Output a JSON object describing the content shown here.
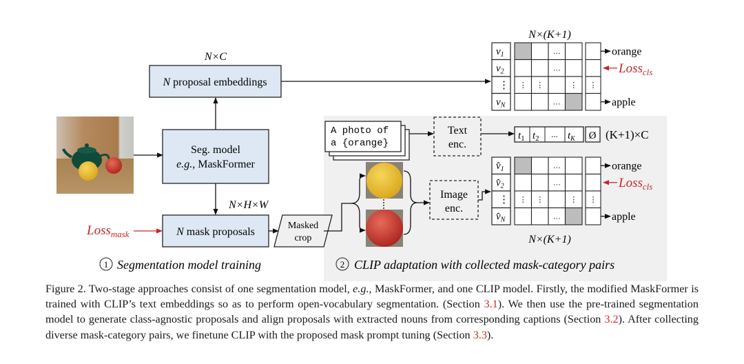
{
  "colors": {
    "box_fill": "#dde8f4",
    "panel_bg": "#f0f0f0",
    "loss_red": "#c3282b",
    "cell_shade": "#bdbdbd",
    "link_red": "#d42a2a"
  },
  "stage1": {
    "proposal_dim": "N×C",
    "proposal_box": {
      "italic": "N",
      "text": " proposal embeddings"
    },
    "seg_model": {
      "line1": "Seg. model",
      "line2_italic": "e.g.",
      "line2_rest": ", MaskFormer"
    },
    "mask_dim": "N×H×W",
    "mask_box": {
      "italic": "N",
      "text": " mask proposals"
    },
    "loss_mask": {
      "base": "Loss",
      "sub": "mask"
    },
    "masked_crop": {
      "line1": "Masked",
      "line2": "crop"
    },
    "title_num": "1",
    "title": "Segmentation model training",
    "input_image": "teapot-orange-apple-photo"
  },
  "stage2": {
    "prompt_text": {
      "line1": "A photo of",
      "line2": "a {orange}"
    },
    "text_enc": {
      "line1": "Text",
      "line2": "enc."
    },
    "image_enc": {
      "line1": "Image",
      "line2": "enc."
    },
    "text_tokens": [
      "t1",
      "t2",
      "...",
      "tK",
      "Ø"
    ],
    "text_dim": "(K+1)×C",
    "crops": [
      "orange-crop",
      "apple-crop"
    ],
    "title_num": "2",
    "title": "CLIP adaptation with collected mask-category pairs"
  },
  "matrix_top": {
    "dim": "N×(K+1)",
    "rows": [
      "v1",
      "v2",
      "⋮",
      "vN"
    ],
    "labels": [
      "orange",
      "apple"
    ],
    "loss": {
      "base": "Loss",
      "sub": "cls"
    }
  },
  "matrix_bottom": {
    "dim": "N×(K+1)",
    "rows": [
      "v̂1",
      "v̂2",
      "⋮",
      "v̂N"
    ],
    "labels": [
      "orange",
      "apple"
    ],
    "loss": {
      "base": "Loss",
      "sub": "cls"
    }
  },
  "caption": {
    "p1": "Figure 2.  Two-stage approaches consist of one segmentation model, ",
    "eg": "e.g.",
    "p2": ", MaskFormer, and one CLIP model.  Firstly, the modified MaskFormer is trained with CLIP’s text embeddings so as to perform open-vocabulary segmentation.  (Section ",
    "ref1": "3.1",
    "p3": ").  We then use the pre-trained segmentation model to generate class-agnostic proposals and align proposals with extracted nouns from corresponding captions (Section ",
    "ref2": "3.2",
    "p4": "). After collecting diverse mask-category pairs, we finetune CLIP with the proposed mask prompt tuning (Section ",
    "ref3": "3.3",
    "p5": ")."
  }
}
